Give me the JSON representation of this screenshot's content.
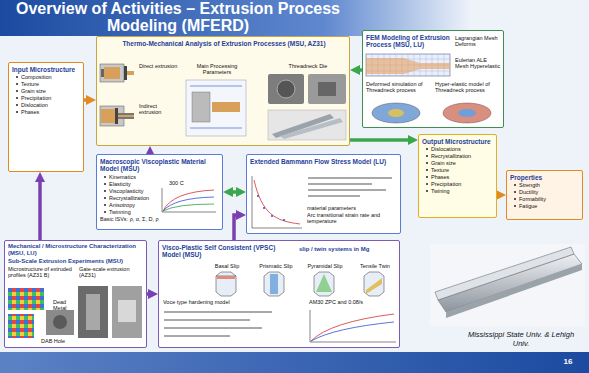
{
  "diagram": {
    "title": "Overview of Activities – Extrusion Process Modeling (MFERD)",
    "caption": "Mississippi State Univ. & Lehigh Univ.",
    "nodes": [
      {
        "text": [
          "Input Microstructure",
          "Composition",
          "Texture",
          "Grain size",
          "Precipitation",
          "Dislocation",
          "Phases"
        ]
      },
      {
        "text": [
          "Thermo-Mechanical Analysis of Extrusion Processes (MSU, AZ31)",
          "Direct extrusion",
          "Indirect extrusion",
          "Main Processing Parameters",
          "Threadneck Die"
        ]
      },
      {
        "text": [
          "FEM Modeling of Extrusion Process (MSU, LU)",
          "Lagrangian Mesh Deforms",
          "Eulerian ALE Mesh Hyperelastic",
          "Deformed simulation of Threadneck process",
          "Hyper-elastic model of Threadneck process"
        ]
      },
      {
        "text": [
          "Output Microstructure",
          "Dislocations",
          "Recrystallization",
          "Grain size",
          "Texture",
          "Phases",
          "Precipitation",
          "Twining"
        ]
      },
      {
        "text": [
          "Properties",
          "Strength",
          "Ductility",
          "Formability",
          "Fatigue"
        ]
      },
      {
        "text": [
          "Macroscopic Viscoplastic Material Model (MSU)",
          "Kinematics",
          "Elasticity",
          "Viscoplasticity",
          "Recrystallization",
          "Anisotropy",
          "Twinning",
          "Basic ISVs: ρ, α, Σ, D, ρ",
          "300 C"
        ]
      },
      {
        "text": [
          "Extended Bammann Flow Stress Model (LU)",
          "material parameters",
          "Arc transitional strain rate and temperature"
        ]
      },
      {
        "text": [
          "Mechanical / Microstructure Characterization (MSU, LU)",
          "Sub-Scale Extrusion Experiments (MSU)",
          "Microstructure of extruded profiles (AZ31 B)",
          "Gate-scale extrusion (AZ31)",
          "Dead Metal",
          "DAB Hole"
        ]
      },
      {
        "text": [
          "Visco-Plastic Self Consistent (VPSC) Model (MSU)",
          "slip / twin systems in Mg",
          "Basal Slip",
          "Prismatic Slip",
          "Pyramidal Slip",
          "Tensile Twin",
          "Voce type hardening model",
          "AM30 ZPC and 0.08/s"
        ]
      }
    ],
    "edges": [
      {
        "from": 7,
        "to": 0,
        "arrow": "to"
      },
      {
        "from": 0,
        "to": 1,
        "arrow": "to"
      },
      {
        "from": 2,
        "to": 1,
        "arrow": "to"
      },
      {
        "from": 1,
        "to": 3,
        "arrow": "to"
      },
      {
        "from": 3,
        "to": 4,
        "arrow": "to"
      },
      {
        "from": 5,
        "to": 6,
        "arrow": "both"
      },
      {
        "from": 5,
        "to": 1,
        "arrow": "to"
      },
      {
        "from": 8,
        "to": 6,
        "arrow": "to"
      },
      {
        "from": 7,
        "to": 8,
        "arrow": "to"
      }
    ],
    "labels": [
      "16"
    ]
  }
}
